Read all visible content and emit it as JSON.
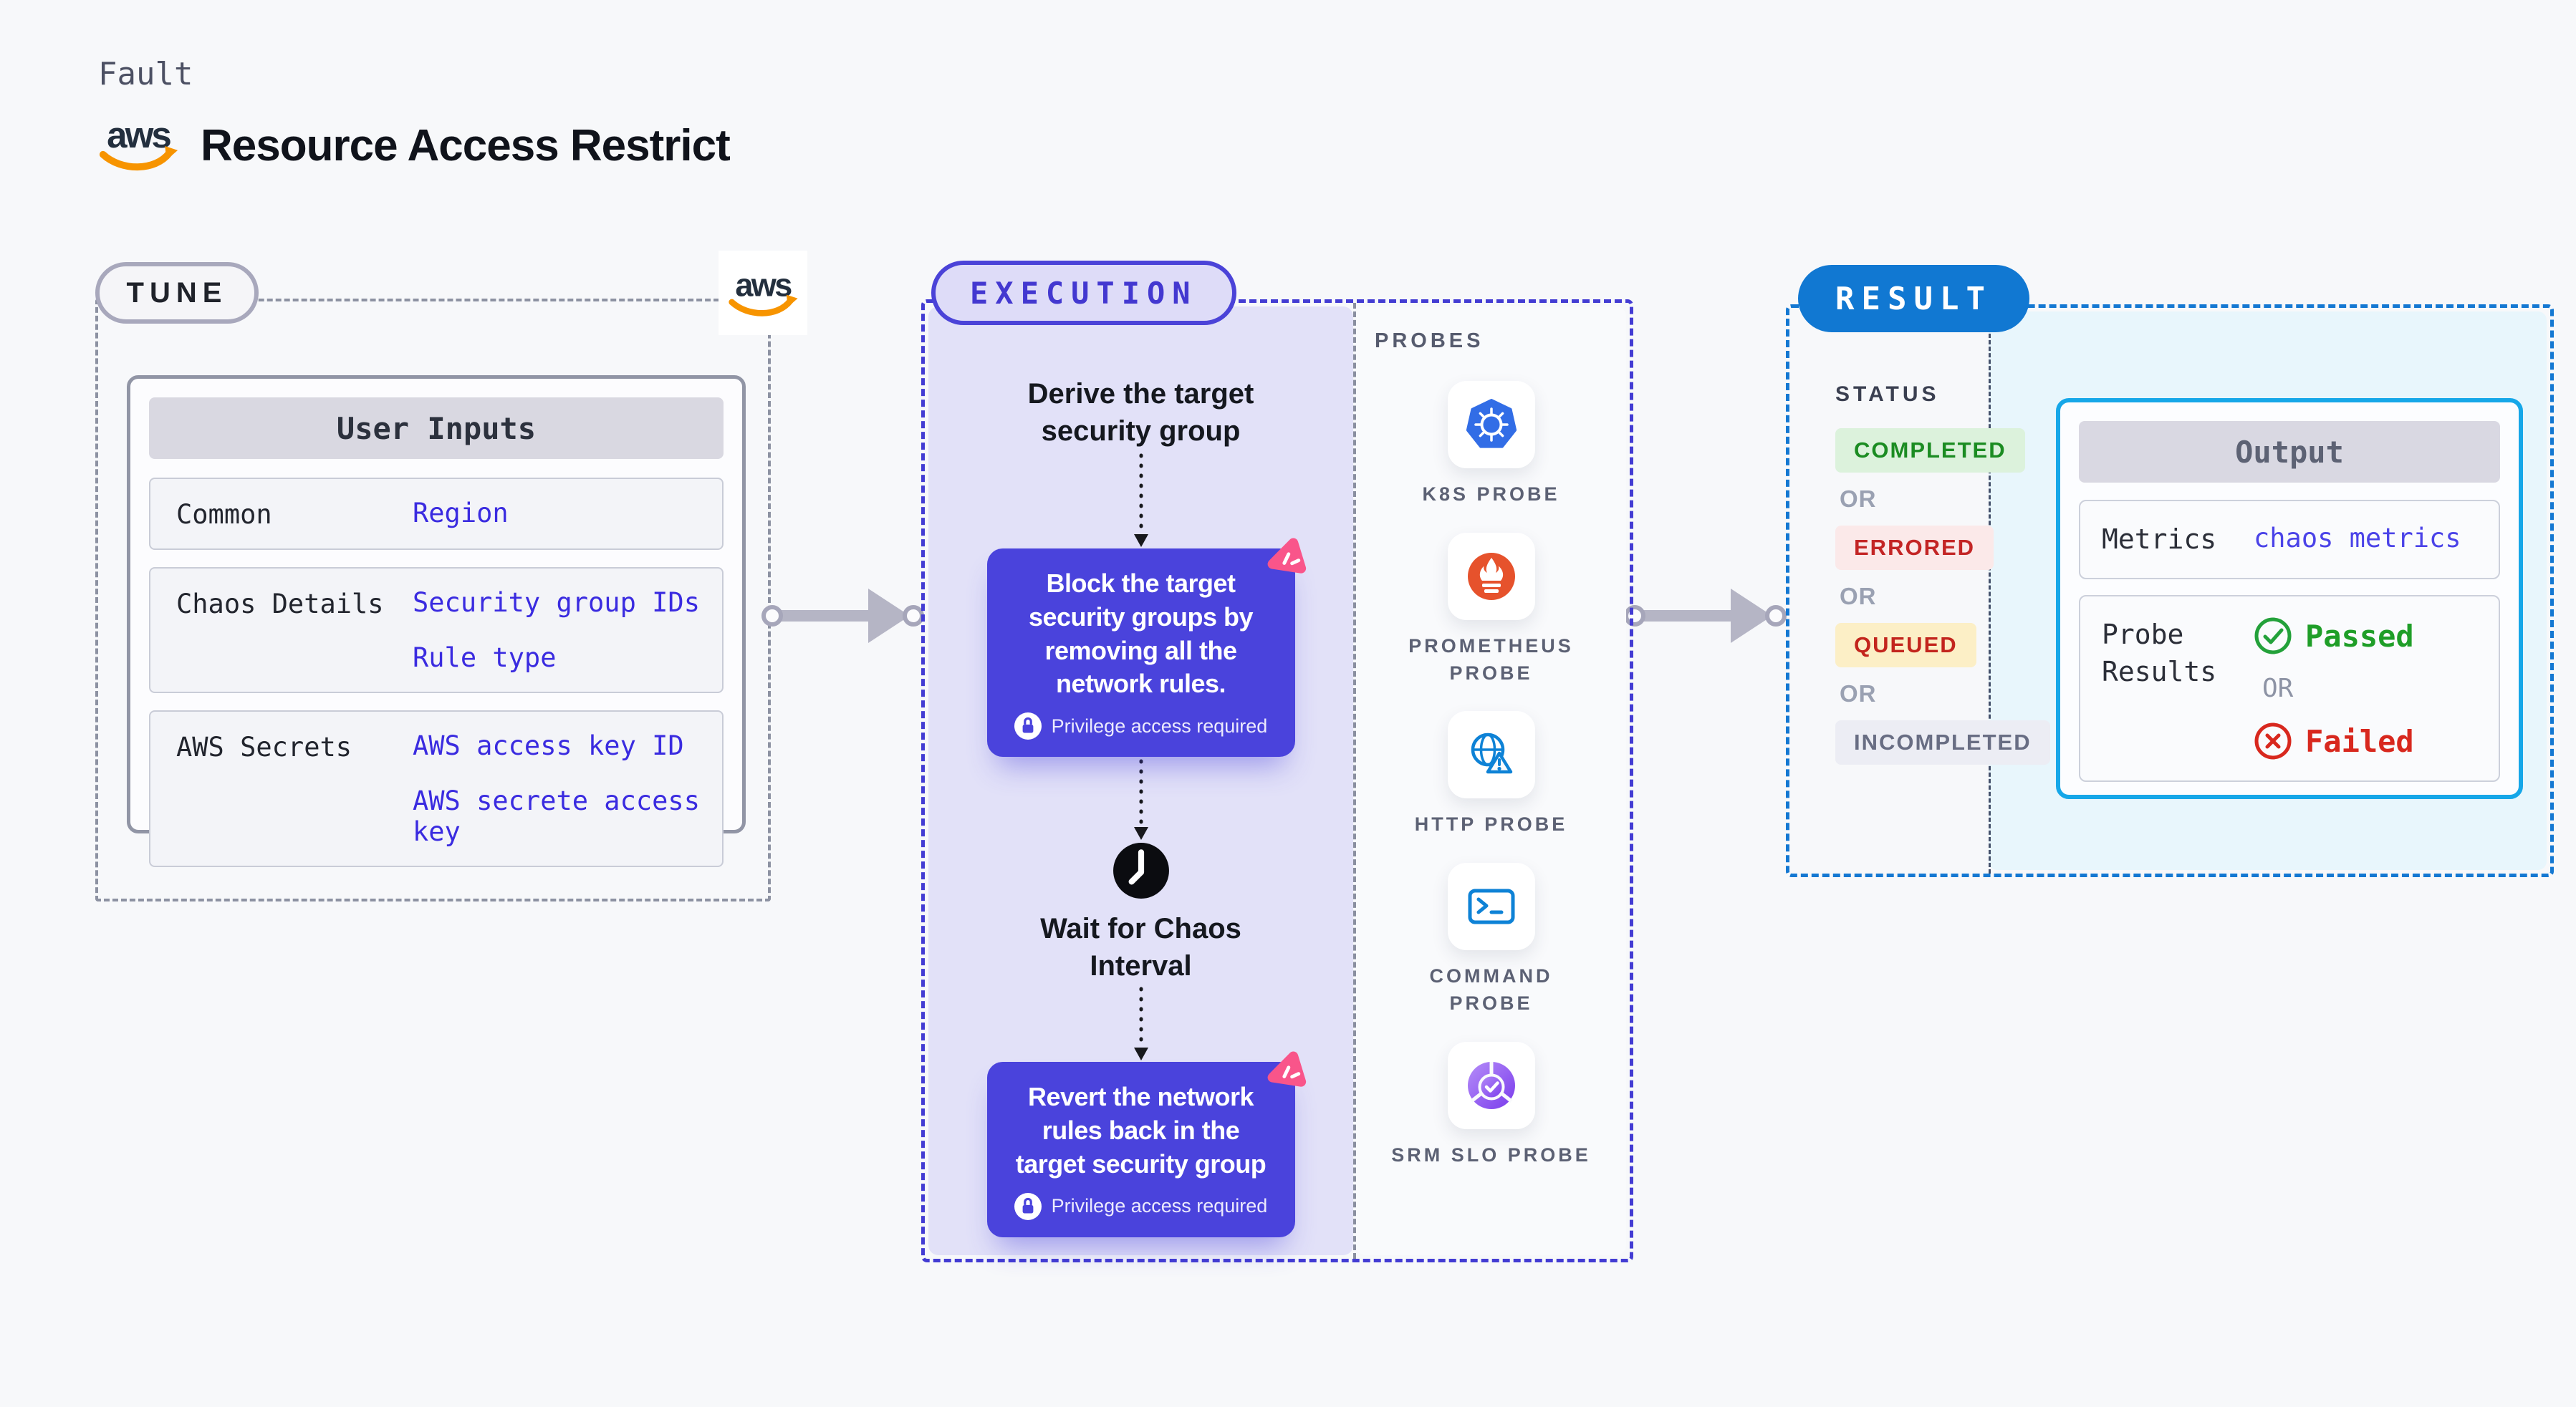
{
  "page": {
    "kicker": "Fault",
    "title": "Resource Access Restrict",
    "aws_logo_text": "aws"
  },
  "colors": {
    "accent_indigo": "#4a43dc",
    "execution_dash": "#433cd3",
    "result_blue": "#1178d2",
    "output_cyan": "#16a7e8",
    "aws_orange": "#f79400",
    "passed_green": "#1f9e28",
    "failed_red": "#d8281e",
    "value_blue": "#3a2be0"
  },
  "tune": {
    "label": "TUNE",
    "table": {
      "header": "User Inputs",
      "rows": [
        {
          "label": "Common",
          "values": [
            "Region"
          ]
        },
        {
          "label": "Chaos Details",
          "values": [
            "Security group IDs",
            "Rule type"
          ]
        },
        {
          "label": "AWS Secrets",
          "values": [
            "AWS access key ID",
            "AWS secrete access key"
          ]
        }
      ]
    }
  },
  "execution": {
    "label": "EXECUTION",
    "derive_step": "Derive the target security group",
    "fault_step": {
      "text": "Block the target security groups by removing all the network rules.",
      "badge": "Privilege access required"
    },
    "wait_step": "Wait for Chaos Interval",
    "revert_step": {
      "text": "Revert the network rules back in the target security group",
      "badge": "Privilege access required"
    }
  },
  "probes": {
    "title": "PROBES",
    "items": [
      {
        "label": "K8S PROBE",
        "icon": "k8s-probe-icon"
      },
      {
        "label": "PROMETHEUS PROBE",
        "icon": "prometheus-probe-icon"
      },
      {
        "label": "HTTP PROBE",
        "icon": "http-probe-icon"
      },
      {
        "label": "COMMAND PROBE",
        "icon": "command-probe-icon"
      },
      {
        "label": "SRM SLO PROBE",
        "icon": "srm-slo-probe-icon"
      }
    ]
  },
  "result": {
    "label": "RESULT",
    "status": {
      "title": "STATUS",
      "or": "OR",
      "badges": [
        {
          "text": "COMPLETED",
          "color": "#1b8c22",
          "bg": "#dcf2dc"
        },
        {
          "text": "ERRORED",
          "color": "#c32525",
          "bg": "#fbe9e9"
        },
        {
          "text": "QUEUED",
          "color": "#c3251d",
          "bg": "#fcefc6"
        },
        {
          "text": "INCOMPLETED",
          "color": "#686d83",
          "bg": "#ecedf4"
        }
      ]
    },
    "output": {
      "header": "Output",
      "metrics_label": "Metrics",
      "metrics_value": "chaos metrics",
      "probe_label": "Probe Results",
      "passed": "Passed",
      "or": "OR",
      "failed": "Failed"
    }
  }
}
